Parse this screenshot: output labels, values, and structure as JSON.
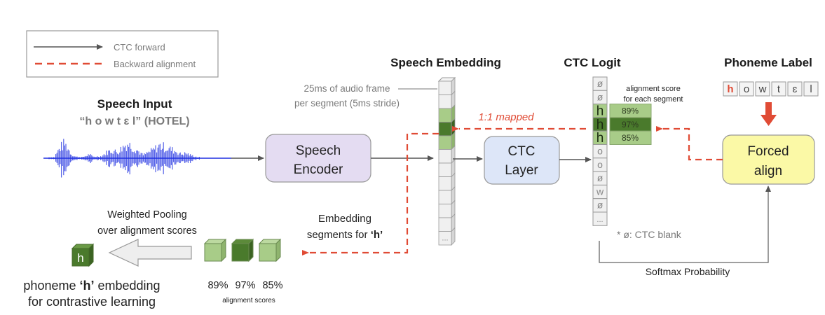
{
  "legend": {
    "forward_label": "CTC forward",
    "backward_label": "Backward alignment"
  },
  "speech_input": {
    "title": "Speech Input",
    "transcript": "“h o w t ɛ l” (HOTEL)"
  },
  "speech_encoder": {
    "line1": "Speech",
    "line2": "Encoder"
  },
  "speech_embedding": {
    "title": "Speech Embedding",
    "note_line1": "25ms of audio frame",
    "note_line2": "per segment (5ms stride)",
    "ellipsis": "...",
    "segments": [
      "",
      "",
      "light",
      "dark",
      "light",
      "",
      "",
      "",
      "",
      "",
      "",
      "..."
    ]
  },
  "mapping_label": "1:1 mapped",
  "ctc_layer": {
    "line1": "CTC",
    "line2": "Layer"
  },
  "ctc_logit": {
    "title": "CTC Logit",
    "cells": [
      {
        "label": "ø",
        "shade": ""
      },
      {
        "label": "ø",
        "shade": ""
      },
      {
        "label": "h",
        "shade": "light"
      },
      {
        "label": "h",
        "shade": "dark"
      },
      {
        "label": "h",
        "shade": "light"
      },
      {
        "label": "o",
        "shade": ""
      },
      {
        "label": "o",
        "shade": ""
      },
      {
        "label": "ø",
        "shade": ""
      },
      {
        "label": "w",
        "shade": ""
      },
      {
        "label": "ø",
        "shade": ""
      },
      {
        "label": "...",
        "shade": ""
      }
    ],
    "score_caption_line1": "alignment score",
    "score_caption_line2": "for each segment",
    "scores": [
      "89%",
      "97%",
      "85%"
    ],
    "blank_note": "* ø: CTC blank"
  },
  "phoneme_label": {
    "title": "Phoneme Label",
    "phonemes": [
      "h",
      "o",
      "w",
      "t",
      "ɛ",
      "l"
    ],
    "highlighted_index": 0
  },
  "forced_align": {
    "line1": "Forced",
    "line2": "align"
  },
  "softmax_label": "Softmax Probability",
  "embedding_segments": {
    "line1": "Embedding",
    "line2_prefix": "segments for ",
    "line2_bold": "‘h’"
  },
  "pooling": {
    "line1": "Weighted Pooling",
    "line2": "over alignment scores",
    "scores": [
      "89%",
      "97%",
      "85%"
    ],
    "scores_caption": "alignment scores",
    "cube_shades": [
      "light",
      "dark",
      "light"
    ]
  },
  "phoneme_embedding": {
    "cube_label": "h",
    "line1_prefix": "phoneme ",
    "line1_bold": "‘h’",
    "line1_suffix": " embedding",
    "line2": "for contrastive learning"
  },
  "colors": {
    "red": "#e04b35",
    "green_light": "#a8cc88",
    "green_dark": "#4a7a2c",
    "encoder_fill": "#e4dcf2",
    "ctc_fill": "#dde6f8",
    "align_fill": "#fbf9a6",
    "wave": "#1f2fe0"
  }
}
